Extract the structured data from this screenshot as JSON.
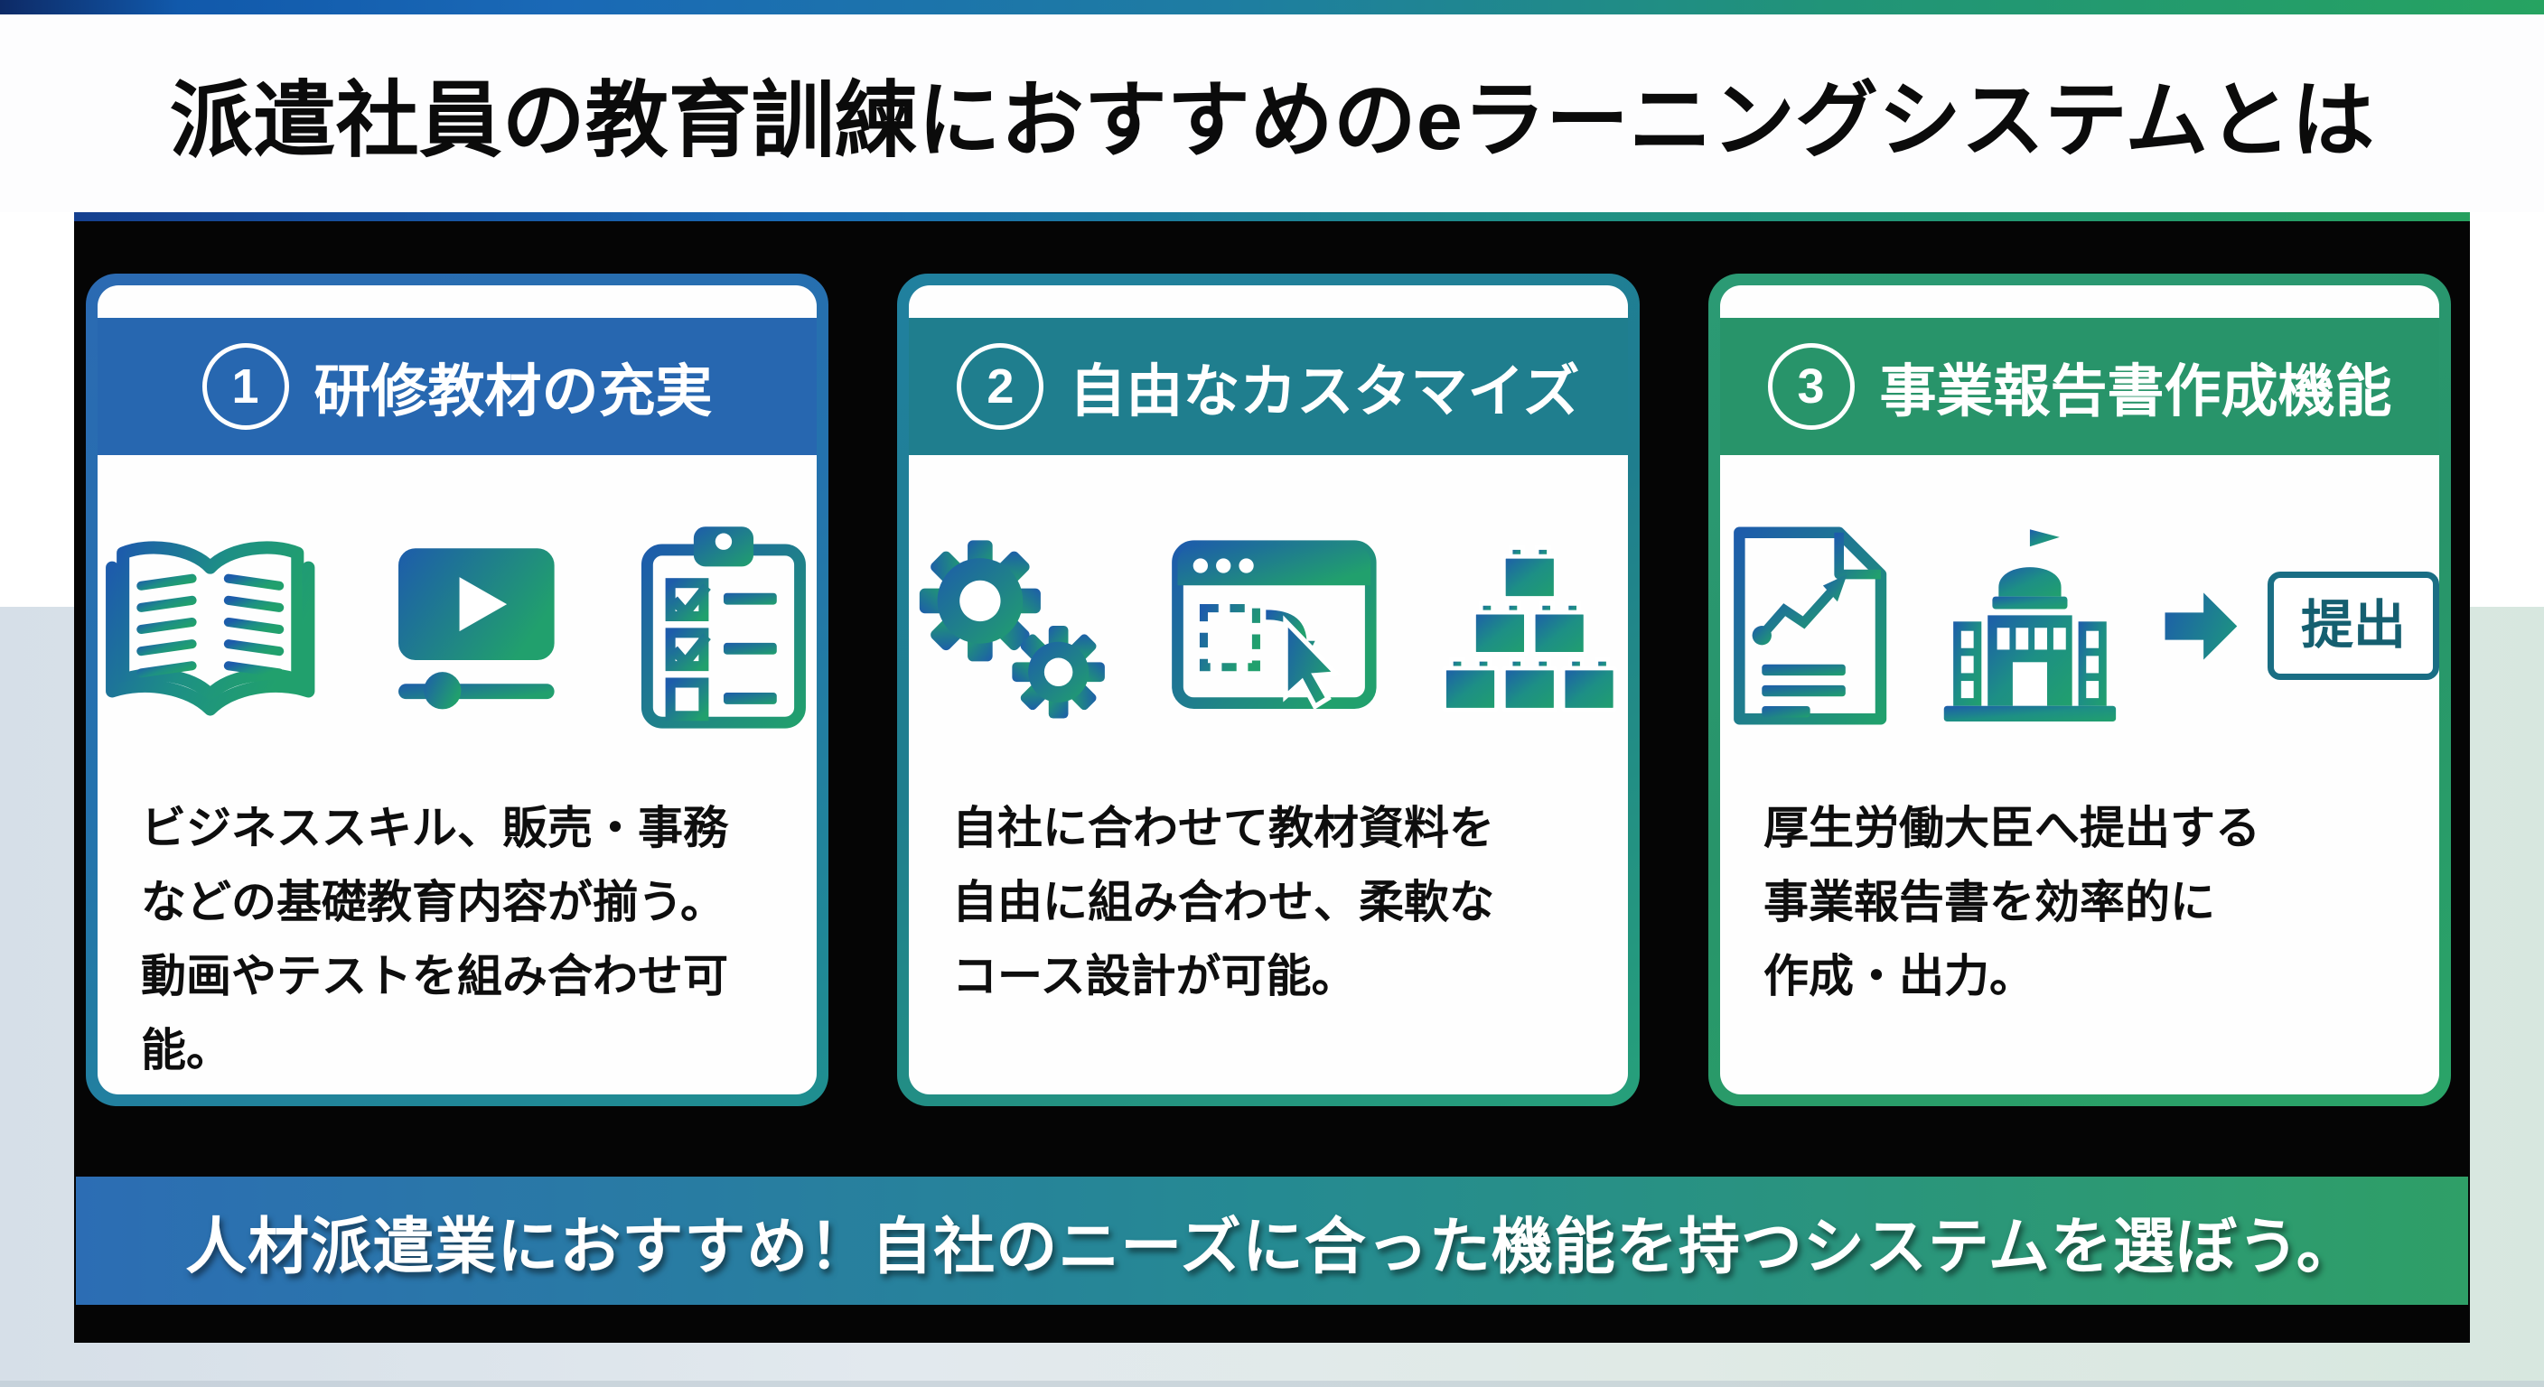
{
  "page": {
    "title": "派遣社員の教育訓練におすすめのeラーニングシステムとは",
    "banner": "人材派遣業におすすめ！自社のニーズに合った機能を持つシステムを選ぼう。"
  },
  "colors": {
    "top_bar_gradient": [
      "#0d2a66",
      "#1a69b6",
      "#1e7da2",
      "#26a361"
    ],
    "panel_background": "#050505",
    "card1_header": "#2767b0",
    "card2_header": "#1f7e8e",
    "card3_header": "#28946a",
    "banner_gradient_start": "#2c6db4",
    "banner_gradient_end": "#2f9f67",
    "icon_gradient_start": "#1d5cab",
    "icon_gradient_mid": "#1d8f85",
    "icon_gradient_end": "#21a06d",
    "background_lower_left": "#d6dfe8",
    "background_lower_right": "#d7e7df"
  },
  "cards": [
    {
      "number": "1",
      "label": "研修教材の充実",
      "body": "ビジネススキル、販売・事務\nなどの基礎教育内容が揃う。\n動画やテストを組み合わせ可能。",
      "icons": [
        "open-book",
        "video-player",
        "checklist"
      ]
    },
    {
      "number": "2",
      "label": "自由なカスタマイズ",
      "body": "自社に合わせて教材資料を\n自由に組み合わせ、柔軟な\nコース設計が可能。",
      "icons": [
        "gears",
        "window-customize",
        "building-blocks"
      ]
    },
    {
      "number": "3",
      "label": "事業報告書作成機能",
      "body": "厚生労働大臣へ提出する\n事業報告書を効率的に\n作成・出力。",
      "icons": [
        "report-document",
        "government-building",
        "arrow-right",
        "submit-box"
      ],
      "submit_label": "提出"
    }
  ]
}
